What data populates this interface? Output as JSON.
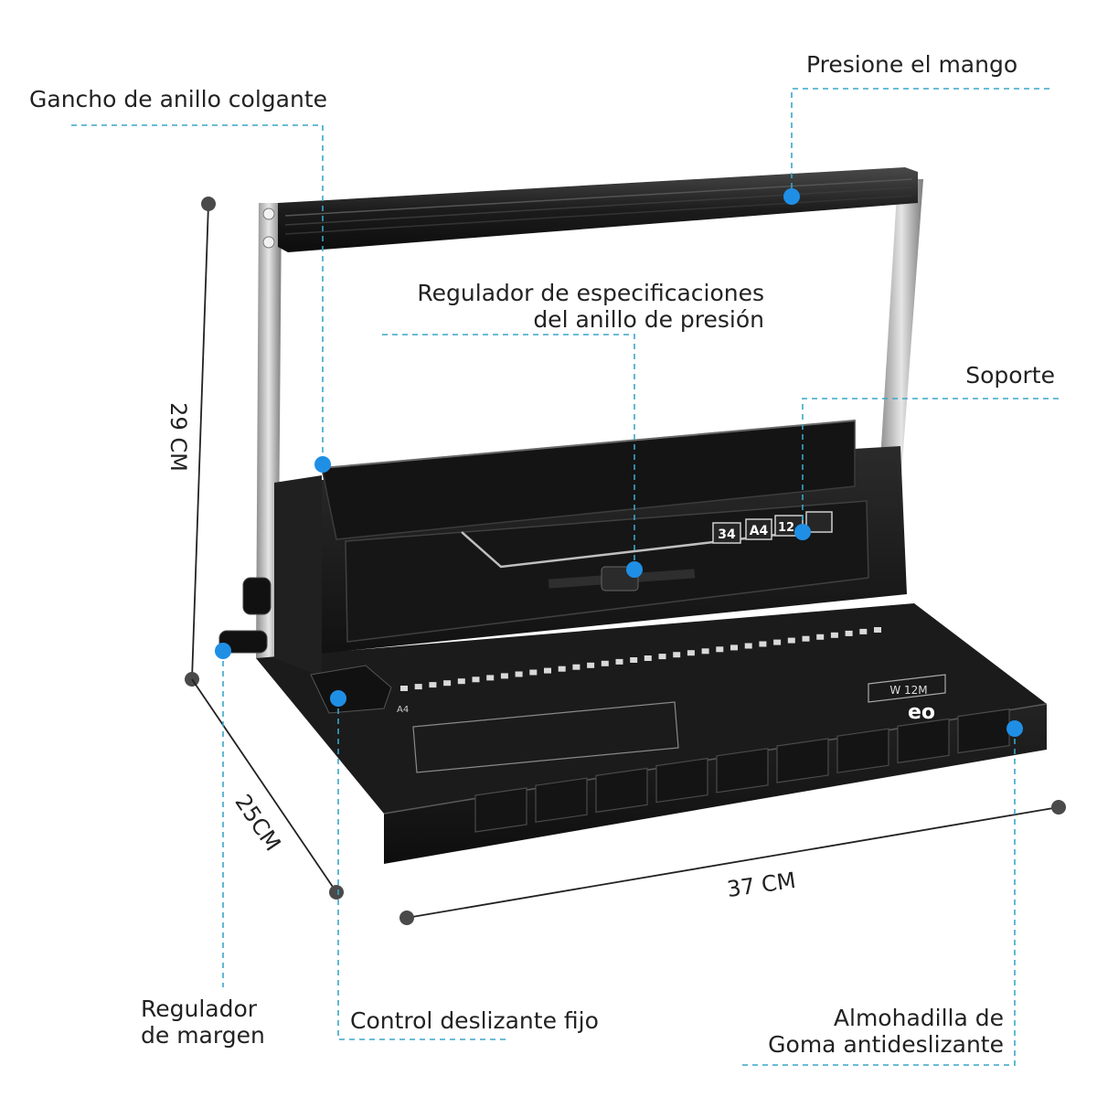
{
  "labels": {
    "presione": "Presione el mango",
    "gancho": "Gancho de anillo colgante",
    "regulador_espec_l1": "Regulador de especificaciones",
    "regulador_espec_l2": "del anillo de presión",
    "soporte": "Soporte",
    "regulador_margen_l1": "Regulador",
    "regulador_margen_l2": "de margen",
    "control": "Control deslizante fijo",
    "almohadilla_l1": "Almohadilla de",
    "almohadilla_l2": "Goma antideslizante"
  },
  "dimensions": {
    "height": "29 CM",
    "depth": "25CM",
    "width": "37 CM"
  },
  "machine_markings": {
    "size_34": "34",
    "size_a4": "A4",
    "size_12": "12",
    "paper_a4": "A4",
    "brand": "eo",
    "model": "W 12M"
  },
  "colors": {
    "leader": "#3aa6c9",
    "marker": "#1f8fe6",
    "text": "#222222",
    "machine": "#1a1a1a"
  }
}
